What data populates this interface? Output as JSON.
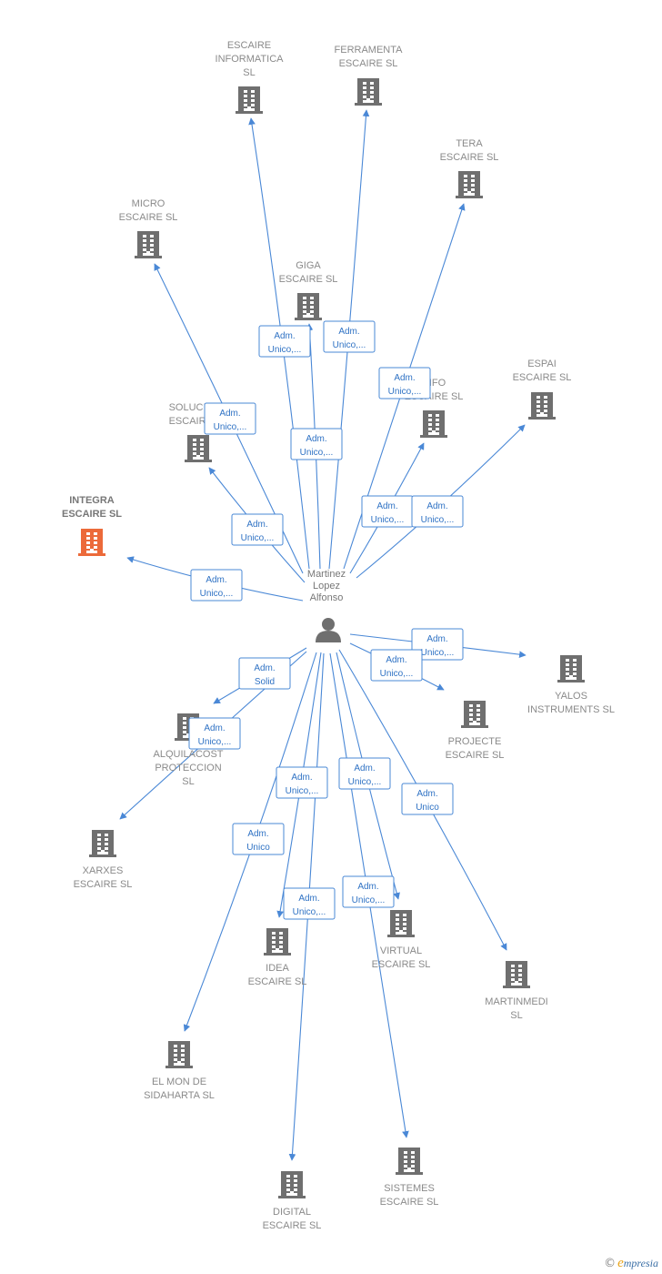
{
  "center": {
    "label_lines": [
      "Martinez",
      "Lopez",
      "Alfonso"
    ]
  },
  "colors": {
    "edge": "#4a88d6",
    "building": "#6f6f6f",
    "building_focus": "#ec6a3a",
    "person": "#6f6f6f"
  },
  "companies": [
    {
      "id": "escaire-informatica",
      "lines": [
        "ESCAIRE",
        "INFORMATICA",
        "SL"
      ],
      "role": [
        "Adm.",
        "Unico,..."
      ]
    },
    {
      "id": "ferramenta-escaire",
      "lines": [
        "FERRAMENTA",
        "ESCAIRE  SL"
      ],
      "role": [
        "Adm.",
        "Unico,..."
      ]
    },
    {
      "id": "tera-escaire",
      "lines": [
        "TERA",
        "ESCAIRE  SL"
      ],
      "role": [
        "Adm.",
        "Unico,..."
      ]
    },
    {
      "id": "micro-escaire",
      "lines": [
        "MICRO",
        "ESCAIRE  SL"
      ],
      "role": [
        "Adm.",
        "Unico,..."
      ]
    },
    {
      "id": "giga-escaire",
      "lines": [
        "GIGA",
        "ESCAIRE  SL"
      ],
      "role": [
        "Adm.",
        "Unico,..."
      ]
    },
    {
      "id": "info-escaire",
      "lines": [
        "INFO",
        "ESCAIRE  SL"
      ],
      "role": [
        "Adm.",
        "Unico,..."
      ]
    },
    {
      "id": "espai-escaire",
      "lines": [
        "ESPAI",
        "ESCAIRE  SL"
      ],
      "role": [
        "Adm.",
        "Unico,..."
      ]
    },
    {
      "id": "solucions-escaire",
      "lines": [
        "SOLUCIONS",
        "ESCAIRE  SL"
      ],
      "role": [
        "Adm.",
        "Unico,..."
      ]
    },
    {
      "id": "integra-escaire",
      "lines": [
        "INTEGRA",
        "ESCAIRE  SL"
      ],
      "role": [
        "Adm.",
        "Unico,..."
      ],
      "focus": true
    },
    {
      "id": "yalos-instruments",
      "lines": [
        "YALOS",
        "INSTRUMENTS SL"
      ],
      "role": [
        "Adm.",
        "Unico,..."
      ]
    },
    {
      "id": "projecte-escaire",
      "lines": [
        "PROJECTE",
        "ESCAIRE  SL"
      ],
      "role": [
        "Adm.",
        "Unico,..."
      ]
    },
    {
      "id": "alquilacost-proteccion",
      "lines": [
        "ALQUILACOST",
        "PROTECCION",
        "SL"
      ],
      "role": [
        "Adm.",
        "Solid"
      ]
    },
    {
      "id": "xarxes-escaire",
      "lines": [
        "XARXES",
        "ESCAIRE  SL"
      ],
      "role": [
        "Adm.",
        "Unico,..."
      ]
    },
    {
      "id": "idea-escaire",
      "lines": [
        "IDEA",
        "ESCAIRE  SL"
      ],
      "role": [
        "Adm.",
        "Unico,..."
      ]
    },
    {
      "id": "virtual-escaire",
      "lines": [
        "VIRTUAL",
        "ESCAIRE  SL"
      ],
      "role": [
        "Adm.",
        "Unico,..."
      ]
    },
    {
      "id": "martinmedi",
      "lines": [
        "MARTINMEDI",
        "SL"
      ],
      "role": [
        "Adm.",
        "Unico"
      ]
    },
    {
      "id": "el-mon-de-sidaharta",
      "lines": [
        "EL MON DE",
        "SIDAHARTA  SL"
      ],
      "role": [
        "Adm.",
        "Unico"
      ]
    },
    {
      "id": "digital-escaire",
      "lines": [
        "DIGITAL",
        "ESCAIRE  SL"
      ],
      "role": [
        "Adm.",
        "Unico,..."
      ]
    },
    {
      "id": "sistemes-escaire",
      "lines": [
        "SISTEMES",
        "ESCAIRE  SL"
      ],
      "role": [
        "Adm.",
        "Unico,..."
      ]
    }
  ],
  "watermark": {
    "copyright": "©",
    "brand_initial": "e",
    "brand_rest": "mpresia"
  }
}
